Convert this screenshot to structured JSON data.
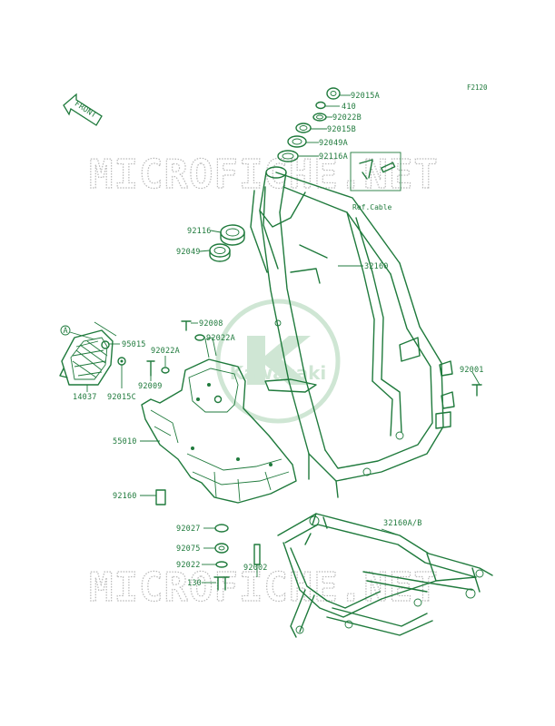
{
  "figure_id": "F2120",
  "front_indicator": "FRONT",
  "watermark": "MICROFICHE.NET",
  "logo_text": "Kawasaki",
  "ref_box_label": "Ref.Cable",
  "callout_a": "A",
  "colors": {
    "ink": "#1f7a3c",
    "watermark": "#b8b8b8",
    "logo": "#cfe6d4"
  },
  "parts": [
    "92015A",
    "410",
    "92022B",
    "92015B",
    "92049A",
    "92116A",
    "92116",
    "92049",
    "32160",
    "92008",
    "92022A",
    "95015",
    "92022A",
    "92009",
    "92015C",
    "14037",
    "92001",
    "55010",
    "92160",
    "92027",
    "92075",
    "92022",
    "130",
    "92002",
    "32160A/B"
  ]
}
